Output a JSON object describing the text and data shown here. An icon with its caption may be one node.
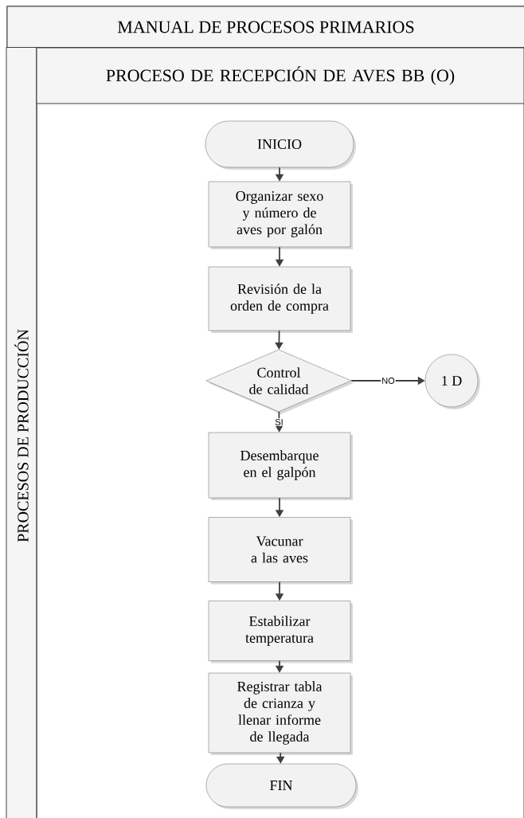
{
  "diagram": {
    "nodes": [
      {
        "text": [
          "MANUAL DE PROCESOS PRIMARIOS"
        ]
      },
      {
        "text": [
          "PROCESOS DE PRODUCCIÓN"
        ],
        "in": 0
      },
      {
        "text": [
          "PROCESO DE RECEPCIÓN DE AVES BB (O)"
        ],
        "in": 0
      },
      {
        "text": [
          "INICIO"
        ],
        "in": 2
      },
      {
        "text": [
          "Organizar sexo y número de aves por galón"
        ],
        "in": 2
      },
      {
        "text": [
          "Revisión de la orden de compra"
        ],
        "in": 2
      },
      {
        "text": [
          "Control de calidad"
        ],
        "in": 2
      },
      {
        "text": [
          "1 D"
        ],
        "in": 2
      },
      {
        "text": [
          "Desembarque en el galpón"
        ],
        "in": 2
      },
      {
        "text": [
          "Vacunar a las aves"
        ],
        "in": 2
      },
      {
        "text": [
          "Estabilizar temperatura"
        ],
        "in": 2
      },
      {
        "text": [
          "Registrar tabla de crianza y llenar informe de llegada"
        ],
        "in": 2
      },
      {
        "text": [
          "FIN"
        ],
        "in": 2
      }
    ],
    "edges": [
      {
        "from": 3,
        "to": 4,
        "arrow": "to"
      },
      {
        "from": 4,
        "to": 5,
        "arrow": "to"
      },
      {
        "from": 5,
        "to": 6,
        "arrow": "to"
      },
      {
        "from": 6,
        "to": 7,
        "arrow": "to",
        "label": "NO"
      },
      {
        "from": 6,
        "to": 8,
        "arrow": "to",
        "label": "SI"
      },
      {
        "from": 8,
        "to": 9,
        "arrow": "to"
      },
      {
        "from": 9,
        "to": 10,
        "arrow": "to"
      },
      {
        "from": 10,
        "to": 11,
        "arrow": "to"
      },
      {
        "from": 11,
        "to": 12,
        "arrow": "to"
      }
    ]
  }
}
